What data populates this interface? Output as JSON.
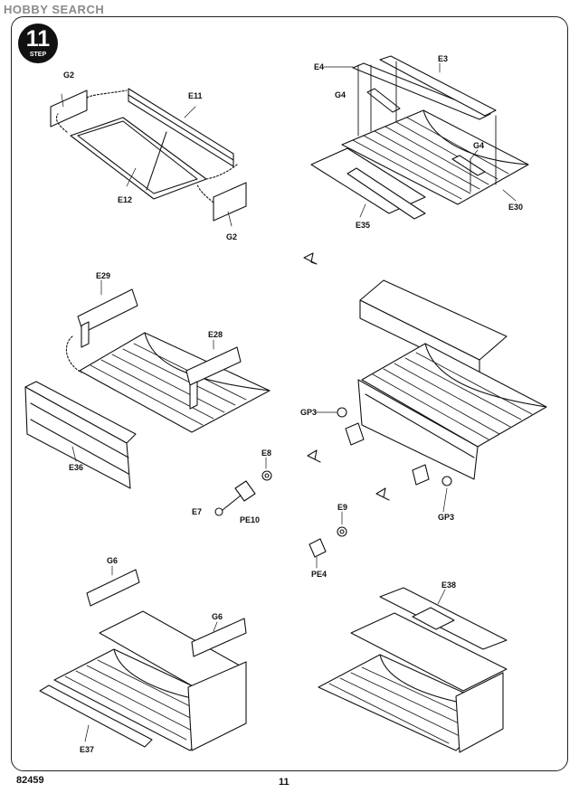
{
  "watermark": "HOBBY SEARCH",
  "step": {
    "number": "11",
    "word": "STEP"
  },
  "footer": {
    "kit_number": "82459",
    "page_number": "11"
  },
  "part_labels": {
    "g2_top": "G2",
    "e11": "E11",
    "e12": "E12",
    "g2_bottom": "G2",
    "e4": "E4",
    "e3": "E3",
    "g4_left": "G4",
    "g4_right": "G4",
    "e30": "E30",
    "e35": "E35",
    "e29": "E29",
    "e28": "E28",
    "e36": "E36",
    "e8": "E8",
    "e7": "E7",
    "pe10": "PE10",
    "gp3_left": "GP3",
    "gp3_right": "GP3",
    "e9": "E9",
    "pe4": "PE4",
    "g6_left": "G6",
    "g6_right": "G6",
    "e37": "E37",
    "e38": "E38"
  }
}
